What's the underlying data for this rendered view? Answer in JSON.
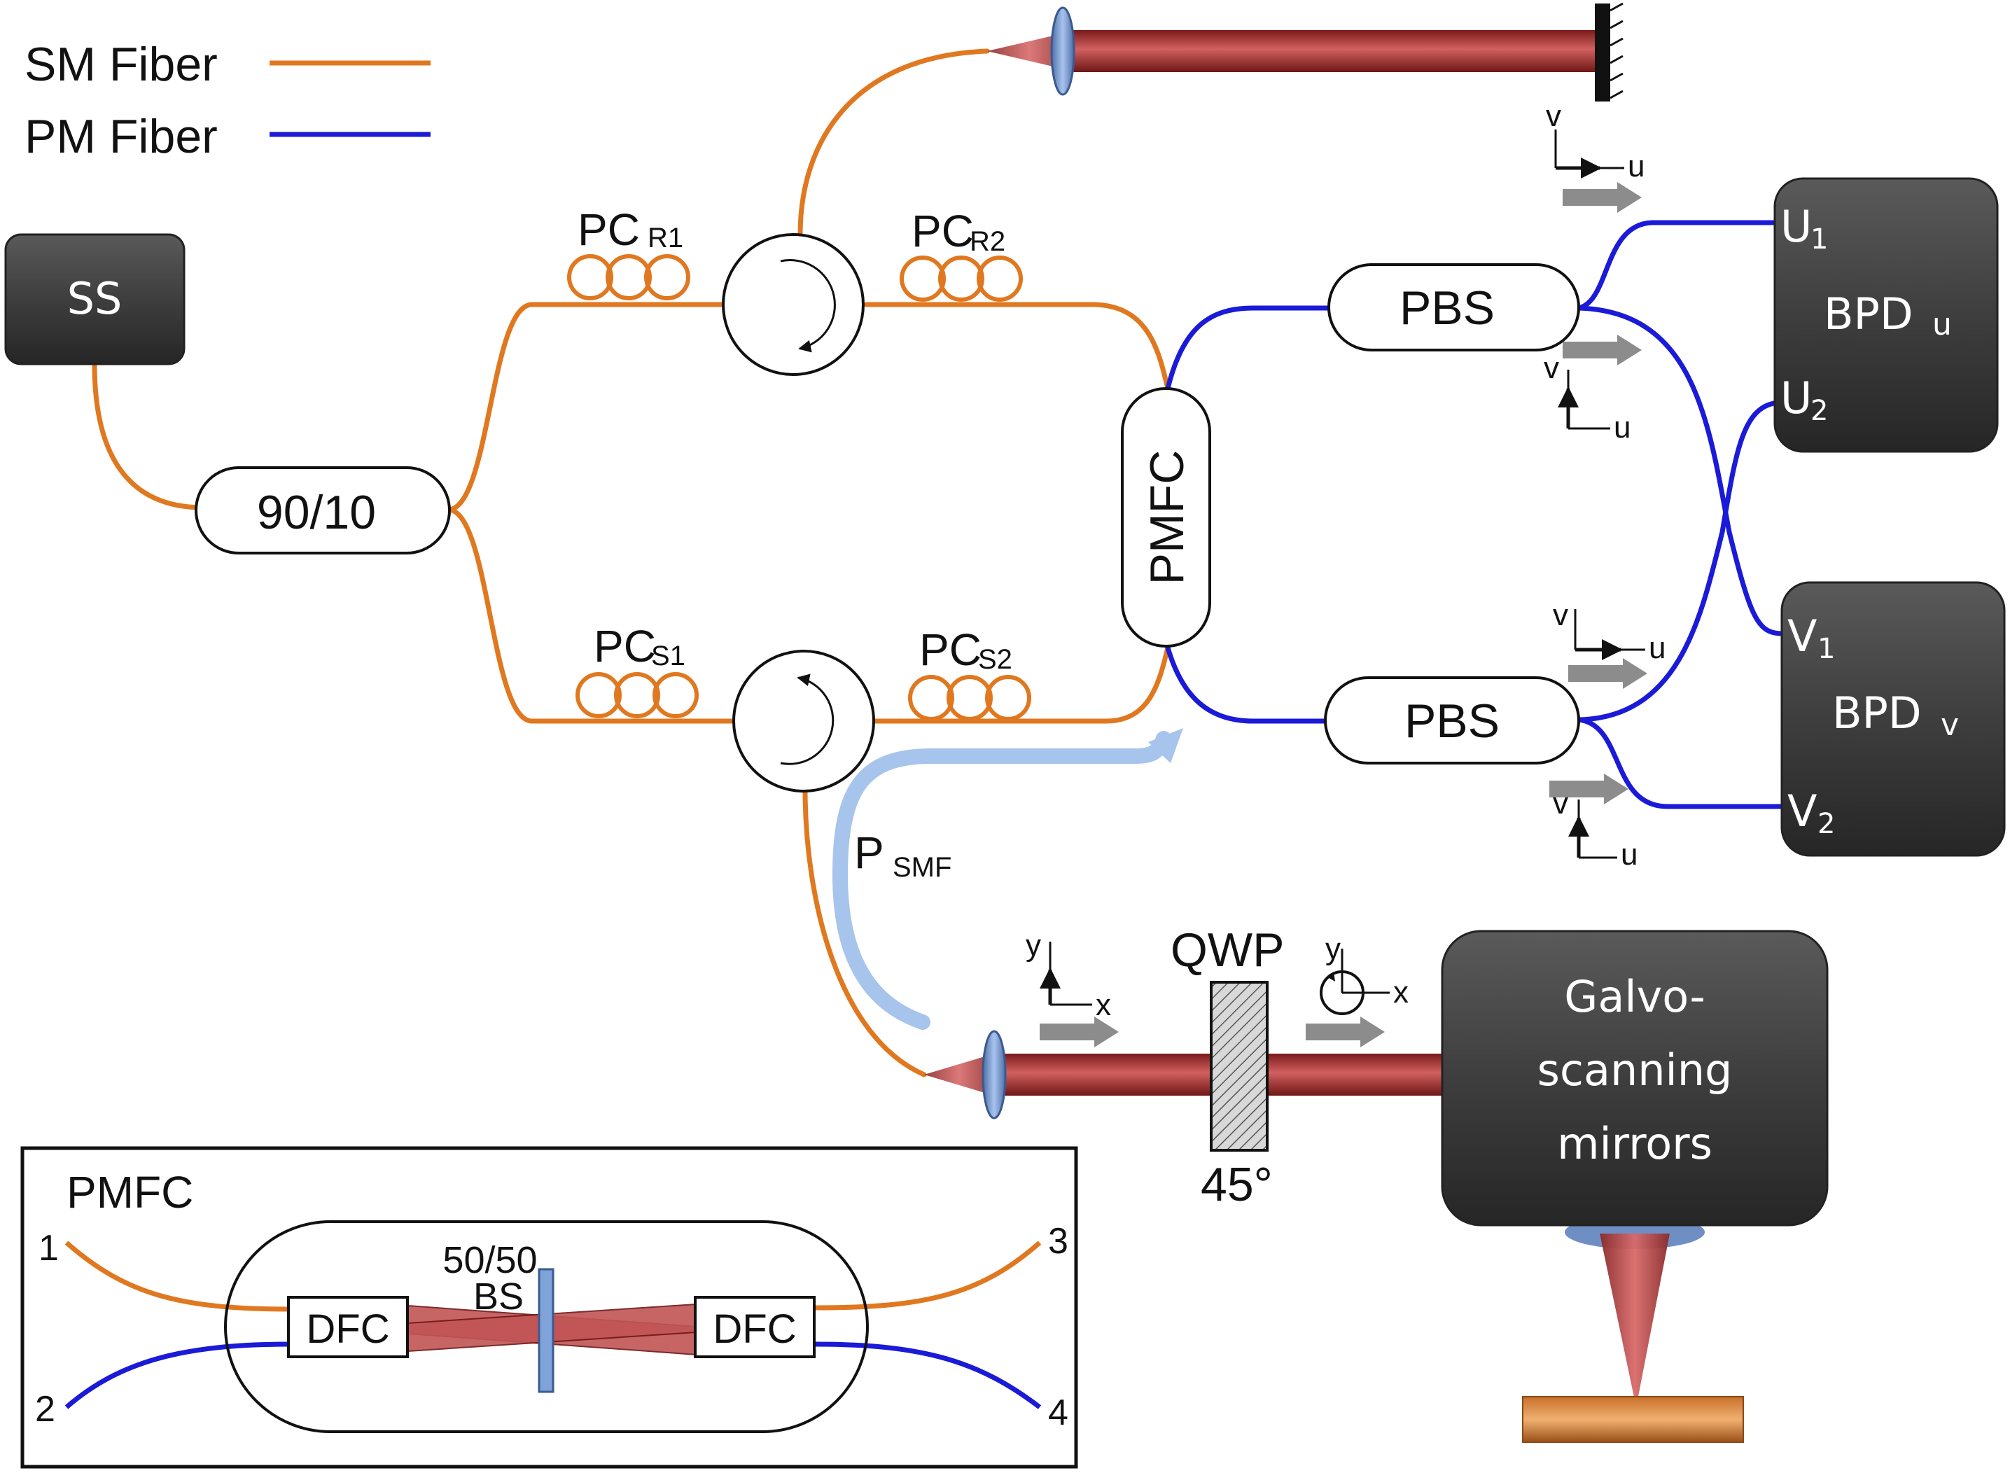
{
  "legend": {
    "sm_fiber": "SM Fiber",
    "pm_fiber": "PM Fiber",
    "sm_color": "#e07820",
    "pm_color": "#1a1ad8"
  },
  "components": {
    "source": "SS",
    "coupler": "90/10",
    "pc_r1": {
      "main": "PC",
      "sub": "R1"
    },
    "pc_r2": {
      "main": "PC",
      "sub": "R2"
    },
    "pc_s1": {
      "main": "PC",
      "sub": "S1"
    },
    "pc_s2": {
      "main": "PC",
      "sub": "S2"
    },
    "pmfc": "PMFC",
    "pbs_top": "PBS",
    "pbs_bottom": "PBS",
    "bpd_u": {
      "main": "BPD",
      "sub": "u"
    },
    "bpd_v": {
      "main": "BPD",
      "sub": "v"
    },
    "u1": {
      "main": "U",
      "sub": "1"
    },
    "u2": {
      "main": "U",
      "sub": "2"
    },
    "v1": {
      "main": "V",
      "sub": "1"
    },
    "v2": {
      "main": "V",
      "sub": "2"
    },
    "psmf": {
      "main": "P",
      "sub": "SMF"
    },
    "qwp": "QWP",
    "qwp_angle": "45°",
    "galvo": [
      "Galvo-",
      "scanning",
      "mirrors"
    ]
  },
  "axes": {
    "u": "u",
    "v": "v",
    "x": "x",
    "y": "y"
  },
  "inset": {
    "title": "PMFC",
    "port1": "1",
    "port2": "2",
    "port3": "3",
    "port4": "4",
    "bs": [
      "50/50",
      "BS"
    ],
    "dfc_left": "DFC",
    "dfc_right": "DFC"
  }
}
